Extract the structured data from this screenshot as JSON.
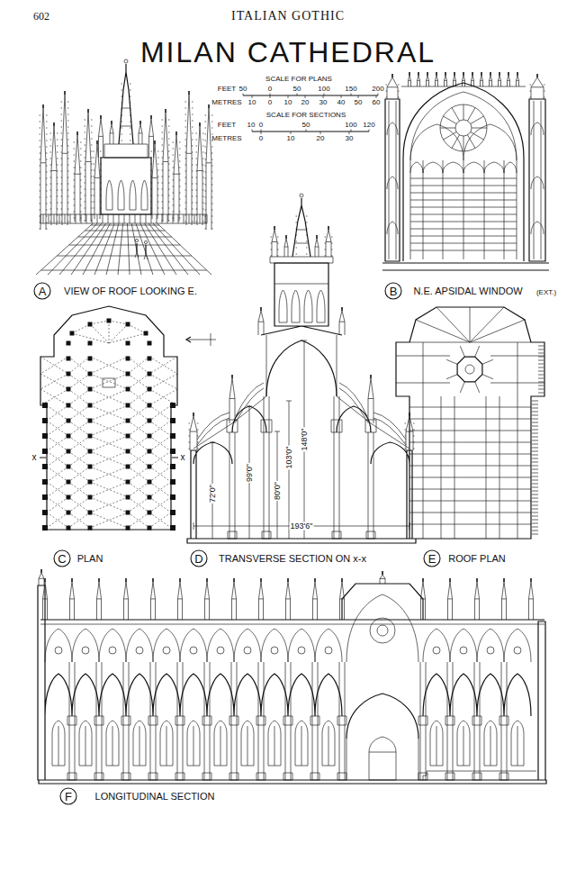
{
  "diagram": {
    "title": "MILAN CATHEDRAL",
    "labels": [
      "602",
      "ITALIAN GOTHIC",
      "SCALE FOR PLANS",
      "FEET",
      "50",
      "0",
      "50",
      "100",
      "150",
      "200",
      "METRES",
      "10",
      "0",
      "10",
      "20",
      "30",
      "40",
      "50",
      "60",
      "SCALE FOR SECTIONS",
      "FEET",
      "10",
      "0",
      "50",
      "100",
      "120",
      "METRES",
      "0",
      "10",
      "20",
      "30",
      "A",
      "VIEW OF ROOF LOOKING E.",
      "B",
      "N.E. APSIDAL WINDOW",
      "(EXT.)",
      "x",
      "x",
      "C",
      "PLAN",
      "72'0\"",
      "99'0\"",
      "80'0\"",
      "103'0\"",
      "148'0\"",
      "193'6\"",
      "D",
      "TRANSVERSE SECTION ON x-x",
      "E",
      "ROOF PLAN",
      "F",
      "LONGITUDINAL SECTION"
    ]
  }
}
